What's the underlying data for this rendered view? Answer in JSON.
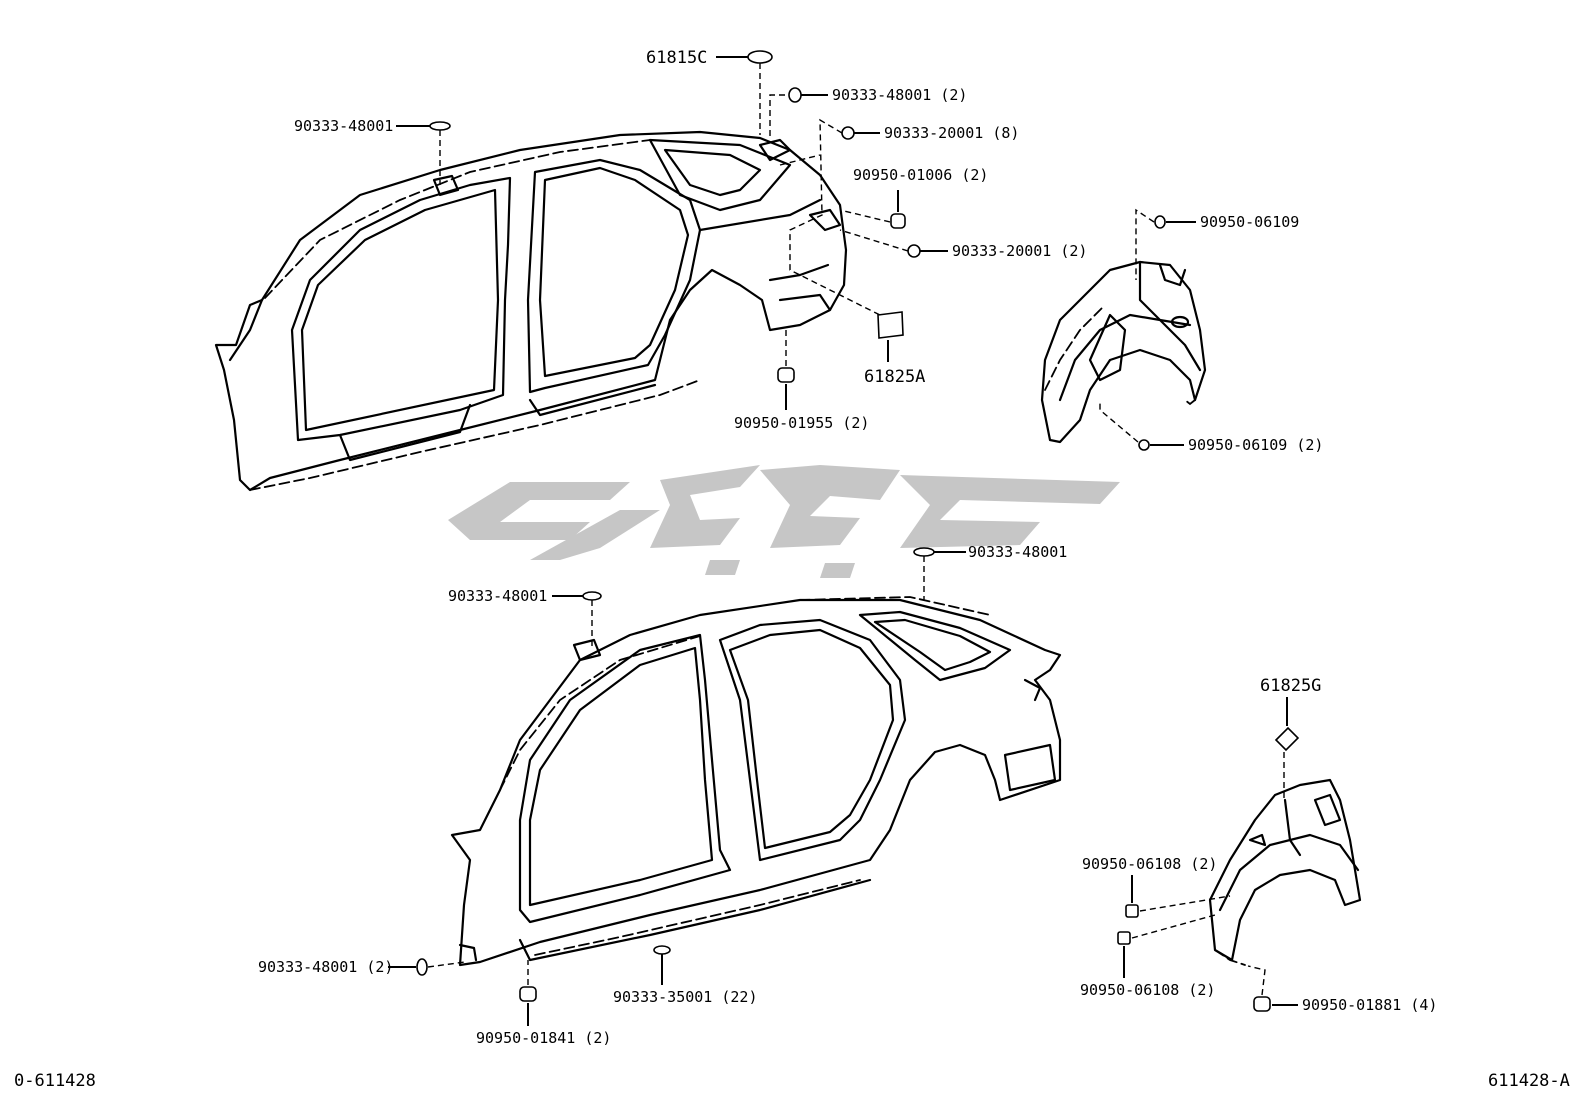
{
  "diagram": {
    "upper_left_labels": {
      "p_61815c": "61815C",
      "p_90333_48001_top": "90333-48001 (2)",
      "p_90333_20001_8": "90333-20001 (8)",
      "p_90950_01006": "90950-01006 (2)",
      "p_90333_20001_2": "90333-20001 (2)",
      "p_61825a": "61825A",
      "p_90950_01955": "90950-01955 (2)",
      "p_90333_48001_left": "90333-48001"
    },
    "upper_right_labels": {
      "p_90950_06109_top": "90950-06109",
      "p_90950_06109_bot": "90950-06109 (2)"
    },
    "lower_left_labels": {
      "p_90333_48001_roof": "90333-48001",
      "p_90333_48001_a": "90333-48001",
      "p_90333_48001_rear": "90333-48001 (2)",
      "p_90950_01841": "90950-01841 (2)",
      "p_90333_35001": "90333-35001 (22)"
    },
    "lower_right_labels": {
      "p_61825g": "61825G",
      "p_90950_06108_a": "90950-06108 (2)",
      "p_90950_06108_b": "90950-06108 (2)",
      "p_90950_01881": "90950-01881 (4)"
    },
    "footer": {
      "left_code": "0-611428",
      "right_code": "611428-A"
    }
  }
}
